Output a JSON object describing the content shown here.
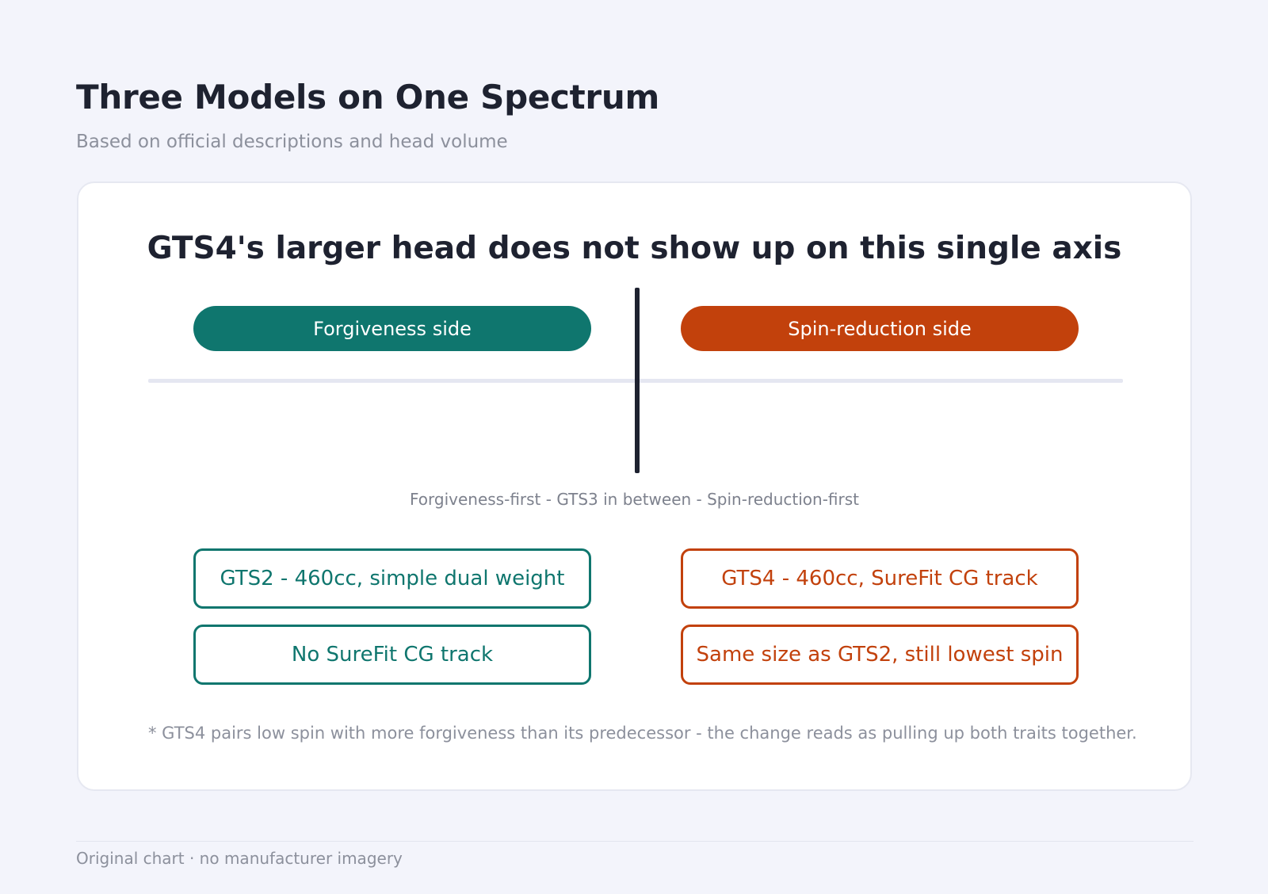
{
  "header": {
    "title": "Three Models on One Spectrum",
    "subtitle": "Based on official descriptions and head volume"
  },
  "card": {
    "headline": "GTS4's larger head does not show up on this single axis",
    "left_pill": "Forgiveness side",
    "right_pill": "Spin-reduction side",
    "axis_caption": "Forgiveness-first - GTS3 in between - Spin-reduction-first",
    "left_tags": [
      "GTS2 - 460cc, simple dual weight",
      "No SureFit CG track"
    ],
    "right_tags": [
      "GTS4 - 460cc, SureFit CG track",
      "Same size as GTS2, still lowest spin"
    ],
    "footnote": "* GTS4 pairs low spin with more forgiveness than its predecessor - the change reads as pulling up both traits together."
  },
  "footer": {
    "text": "Original chart · no manufacturer imagery"
  },
  "colors": {
    "forgiveness": "#0f766e",
    "spin_reduction": "#c2410c",
    "divider": "#1e2230",
    "background": "#f3f4fb"
  }
}
